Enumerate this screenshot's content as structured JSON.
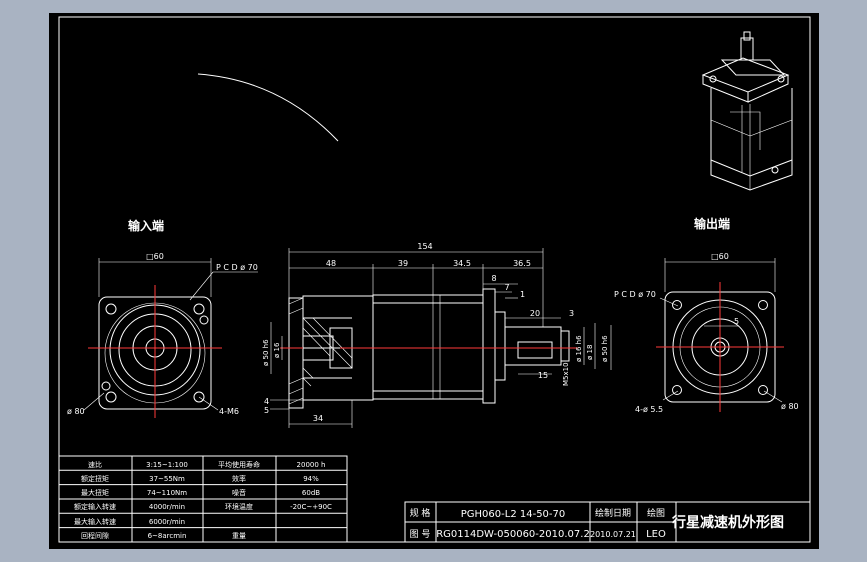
{
  "input_label": "输入端",
  "output_label": "输出端",
  "dims": {
    "overall": "154",
    "d48": "48",
    "d39": "39",
    "d34_5": "34.5",
    "d36_5": "36.5",
    "d8": "8",
    "d7": "7",
    "d1": "1",
    "d20": "20",
    "d3": "3",
    "d15": "15",
    "d34": "34",
    "d4": "4",
    "d5a": "5",
    "d5b": "5",
    "sq60_left": "□60",
    "sq60_right": "□60",
    "pcd_left": "P C D ø 70",
    "pcd_right": "P C D ø 70",
    "phi80_left": "ø 80",
    "phi80_right": "ø 80",
    "m6_holes": "4-M6",
    "holes_55": "4-ø 5.5",
    "phi50_left": "ø 50 h6",
    "phi16_left": "ø 16",
    "phi16_right": "ø 16 h6",
    "phi18": "ø 18",
    "phi50_right": "ø 50 h6",
    "m5": "M5x10",
    "d5_key": "5"
  },
  "spec_table": {
    "rows": [
      [
        "速比",
        "3:15~1:100",
        "平均使用寿命",
        "20000 h"
      ],
      [
        "额定扭矩",
        "37~55Nm",
        "效率",
        "94%"
      ],
      [
        "最大扭矩",
        "74~110Nm",
        "噪音",
        "60dB"
      ],
      [
        "额定输入转速",
        "4000r/min",
        "环境温度",
        "-20C~+90C"
      ],
      [
        "最大输入转速",
        "6000r/min",
        "",
        ""
      ],
      [
        "回程间隙",
        "6~8arcmin",
        "重量",
        ""
      ]
    ]
  },
  "title_block": {
    "r1_label": "规 格",
    "r1_value": "PGH060-L2 14-50-70",
    "r2_label": "图 号",
    "r2_value": "RG0114DW-050060-2010.07.2",
    "date_label": "绘制日期",
    "date_value": "2010.07.21",
    "drawer_label": "绘图",
    "drawer_value": "LEO",
    "title": "行星减速机外形图"
  },
  "colors": {
    "background": "#a9b3c2",
    "paper": "#000000",
    "line": "#ffffff",
    "centerline": "#ff3a3a"
  }
}
